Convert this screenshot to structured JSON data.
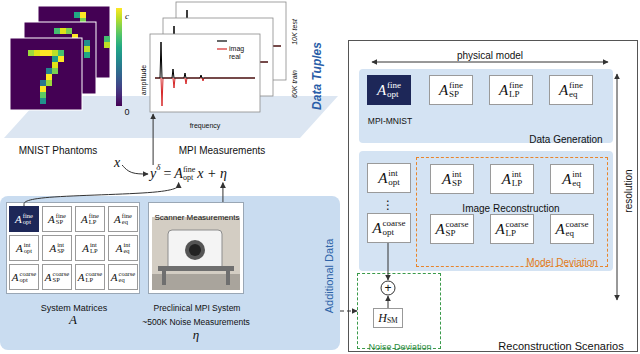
{
  "diagram": {
    "nodes": [
      {
        "text": [
          "Additional Data"
        ]
      },
      {
        "text": [
          "System Matrices"
        ],
        "in": 0
      },
      {
        "text": [
          "A",
          "fine",
          "opt"
        ],
        "in": 1
      },
      {
        "text": [
          "A",
          "fine",
          "SP"
        ],
        "in": 1
      },
      {
        "text": [
          "A",
          "fine",
          "LP"
        ],
        "in": 1
      },
      {
        "text": [
          "A",
          "fine",
          "eq"
        ],
        "in": 1
      },
      {
        "text": [
          "A",
          "int",
          "opt"
        ],
        "in": 1
      },
      {
        "text": [
          "A",
          "int",
          "SP"
        ],
        "in": 1
      },
      {
        "text": [
          "A",
          "int",
          "LP"
        ],
        "in": 1
      },
      {
        "text": [
          "A",
          "int",
          "eq"
        ],
        "in": 1
      },
      {
        "text": [
          "A",
          "coarse",
          "opt"
        ],
        "in": 1
      },
      {
        "text": [
          "A",
          "coarse",
          "SP"
        ],
        "in": 1
      },
      {
        "text": [
          "A",
          "coarse",
          "LP"
        ],
        "in": 1
      },
      {
        "text": [
          "A",
          "coarse",
          "eq"
        ],
        "in": 1
      },
      {
        "text": [
          "Scanner Measurements",
          "Preclinical MPI System"
        ],
        "in": 0
      },
      {
        "text": [
          "Reconstruction Scenarios"
        ]
      },
      {
        "text": [
          "Data Generation"
        ],
        "in": 15
      },
      {
        "text": [
          "A",
          "fine",
          "opt",
          "MPI-MNIST"
        ],
        "in": 16
      },
      {
        "text": [
          "A",
          "fine",
          "SP"
        ],
        "in": 16
      },
      {
        "text": [
          "A",
          "fine",
          "LP"
        ],
        "in": 16
      },
      {
        "text": [
          "A",
          "fine",
          "eq"
        ],
        "in": 16
      },
      {
        "text": [
          "Image Reconstruction"
        ],
        "in": 15
      },
      {
        "text": [
          "A",
          "int",
          "opt"
        ],
        "in": 21
      },
      {
        "text": [
          "A",
          "coarse",
          "opt"
        ],
        "in": 21
      },
      {
        "text": [
          "Model Deviation"
        ],
        "in": 21
      },
      {
        "text": [
          "A",
          "int",
          "SP"
        ],
        "in": 24
      },
      {
        "text": [
          "A",
          "int",
          "LP"
        ],
        "in": 24
      },
      {
        "text": [
          "A",
          "int",
          "eq"
        ],
        "in": 24
      },
      {
        "text": [
          "A",
          "coarse",
          "SP"
        ],
        "in": 24
      },
      {
        "text": [
          "A",
          "coarse",
          "LP"
        ],
        "in": 24
      },
      {
        "text": [
          "A",
          "coarse",
          "eq"
        ],
        "in": 24
      },
      {
        "text": [
          "Noise Deviation"
        ],
        "in": 15
      },
      {
        "text": [
          "+"
        ],
        "in": 31
      },
      {
        "text": [
          "H",
          "SM"
        ],
        "in": 31
      }
    ],
    "edges": [
      {
        "from": 0,
        "to": 31,
        "arrow": "to"
      },
      {
        "from": 23,
        "to": 32,
        "arrow": "to"
      },
      {
        "from": 33,
        "to": 32,
        "arrow": "to"
      }
    ],
    "labels": [
      "c",
      "0",
      "amplitude",
      "frequency",
      "10K test",
      "60K train",
      "Data Tuples",
      "MNIST Phantoms",
      "MPI Measurements",
      "x",
      "y",
      "δ",
      "=",
      "A",
      "fine",
      "opt",
      "x + η",
      "A",
      "~500K Noise Measurements",
      "η",
      "physical model",
      "⋮",
      "resolution"
    ],
    "legend": [
      {
        "text": "imag"
      },
      {
        "text": "real"
      }
    ]
  }
}
